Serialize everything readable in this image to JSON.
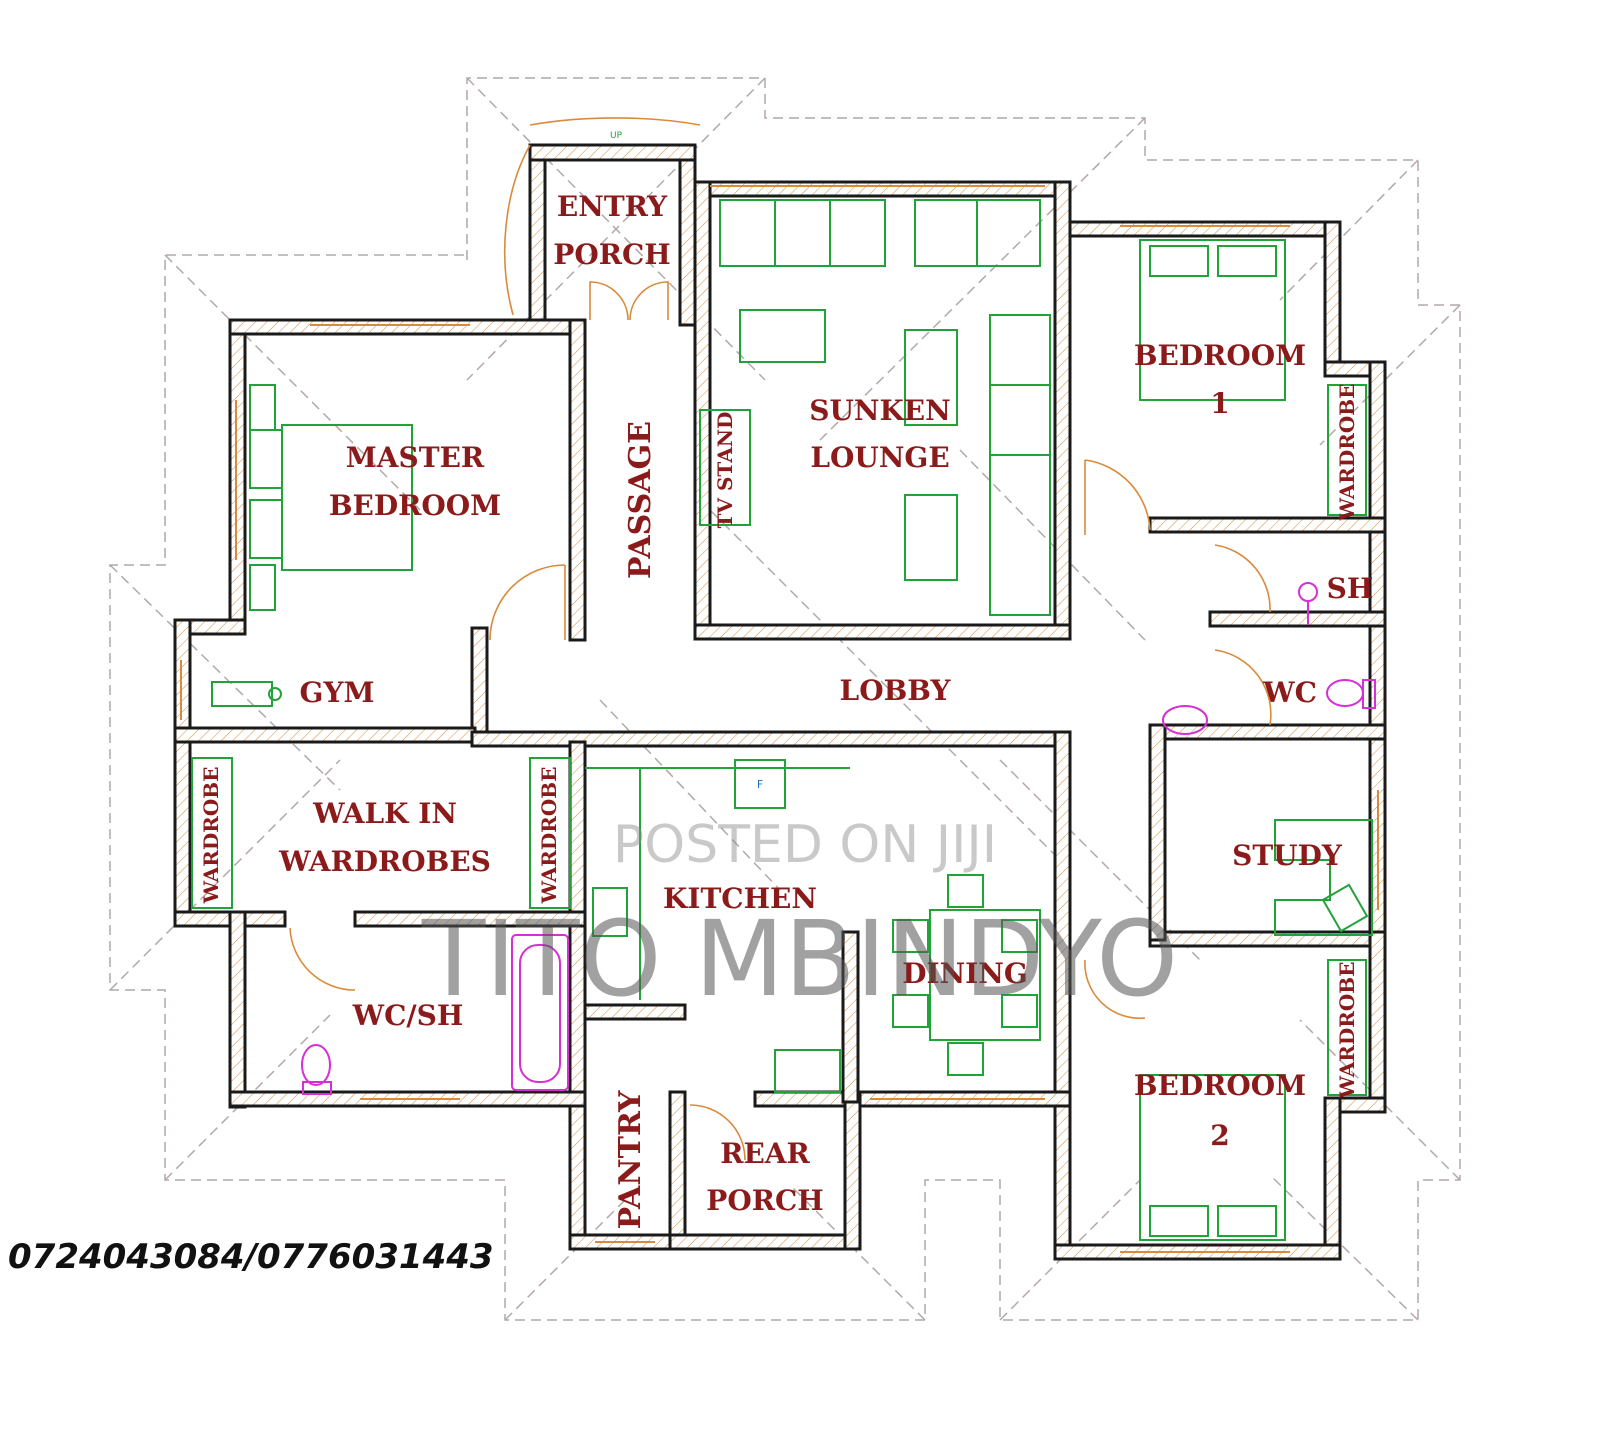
{
  "rooms": {
    "entry_porch": [
      "ENTRY",
      "PORCH"
    ],
    "sunken_lounge": [
      "SUNKEN",
      "LOUNGE"
    ],
    "bedroom_1": [
      "BEDROOM",
      "1"
    ],
    "master_bedroom": [
      "MASTER",
      "BEDROOM"
    ],
    "passage": "PASSAGE",
    "tv_stand": "TV STAND",
    "gym": "GYM",
    "lobby": "LOBBY",
    "sh": "SH",
    "wc": "WC",
    "walk_in_wardrobes": [
      "WALK IN",
      "WARDROBES"
    ],
    "wardrobe": "WARDROBE",
    "kitchen": "KITCHEN",
    "study": "STUDY",
    "dining": "DINING",
    "wc_sh": "WC/SH",
    "pantry": "PANTRY",
    "rear_porch": [
      "REAR",
      "PORCH"
    ],
    "bedroom_2": [
      "BEDROOM",
      "2"
    ],
    "fridge": "F",
    "stair_up": "UP"
  },
  "watermark": {
    "posted": "POSTED ON JIJI",
    "name": "TITO MBINDYO"
  },
  "contact": {
    "phone": "0724043084/0776031443"
  },
  "colors": {
    "wall": "#1a1a1a",
    "furniture": "#22a33a",
    "sanitary": "#d62fd6",
    "door": "#d98a3a",
    "label": "#8b1b1b",
    "roof": "#b4a8a8"
  }
}
